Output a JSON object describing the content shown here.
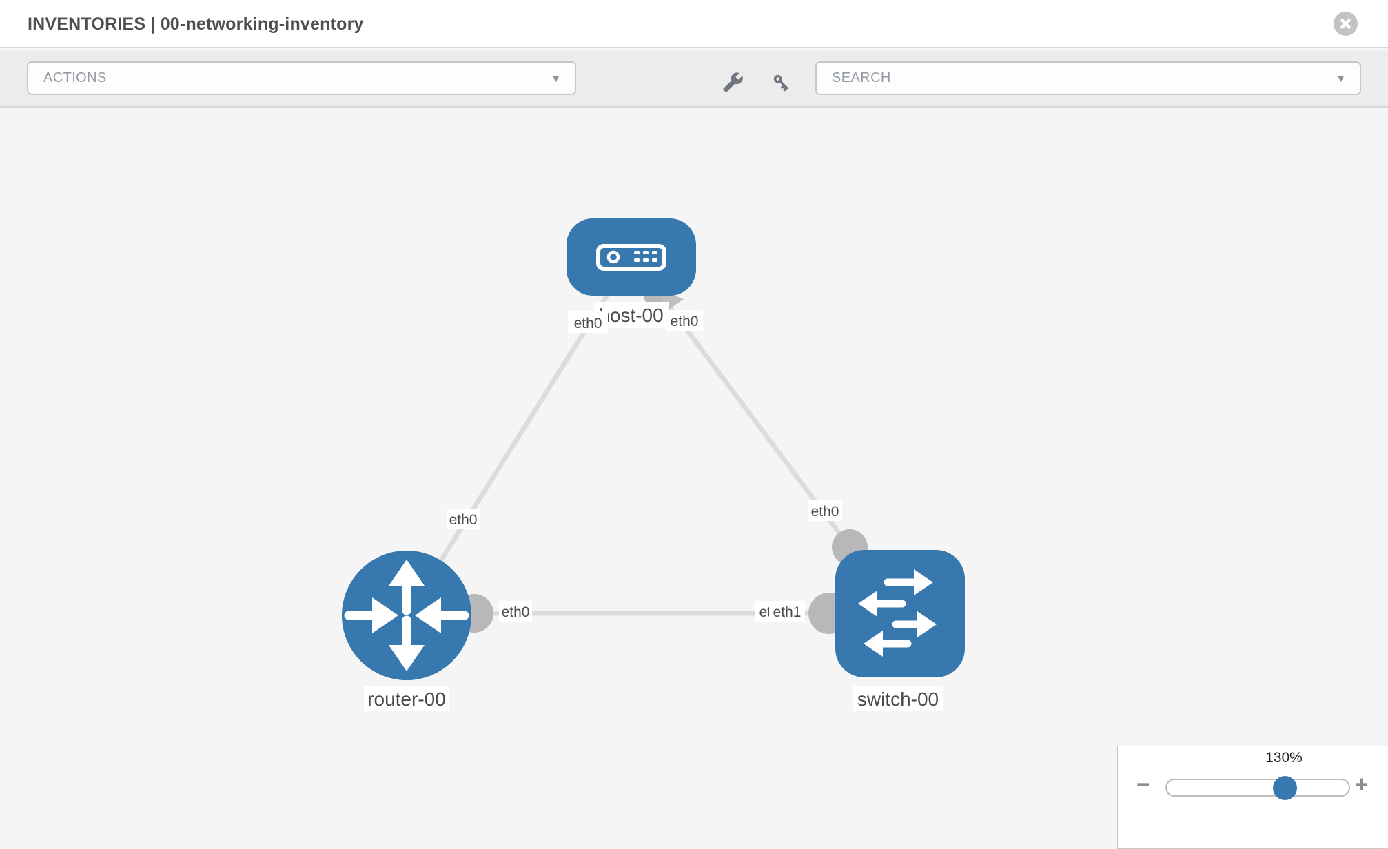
{
  "header": {
    "title": "INVENTORIES | 00-networking-inventory"
  },
  "toolbar": {
    "actions_label": "ACTIONS",
    "search_label": "SEARCH"
  },
  "topology": {
    "nodes": [
      {
        "id": "host-00",
        "type": "host",
        "label": "host-00",
        "interfaces": [
          "eth0",
          "eth0"
        ]
      },
      {
        "id": "router-00",
        "type": "router",
        "label": "router-00",
        "interfaces": [
          "eth0",
          "eth0"
        ]
      },
      {
        "id": "switch-00",
        "type": "switch",
        "label": "switch-00",
        "interfaces": [
          "eth0",
          "eth1",
          "eth0"
        ]
      }
    ],
    "links": [
      {
        "source": "host-00",
        "source_interface": "eth0",
        "target": "router-00",
        "target_interface": "eth0"
      },
      {
        "source": "host-00",
        "source_interface": "eth0",
        "target": "switch-00",
        "target_interface": "eth0"
      },
      {
        "source": "router-00",
        "source_interface": "eth0",
        "target": "switch-00",
        "target_interface": "eth1",
        "target_interface_overlap": "eth0"
      }
    ]
  },
  "zoom_control": {
    "percent_label": "130%",
    "minus_label": "−",
    "plus_label": "+",
    "slider_percent": 67
  },
  "colors": {
    "node_blue": "#3778af",
    "link_gray": "#dcdcdc",
    "port_gray": "#b8b8b8",
    "canvas_bg": "#f5f5f5",
    "toolbar_bg": "#ececec"
  }
}
